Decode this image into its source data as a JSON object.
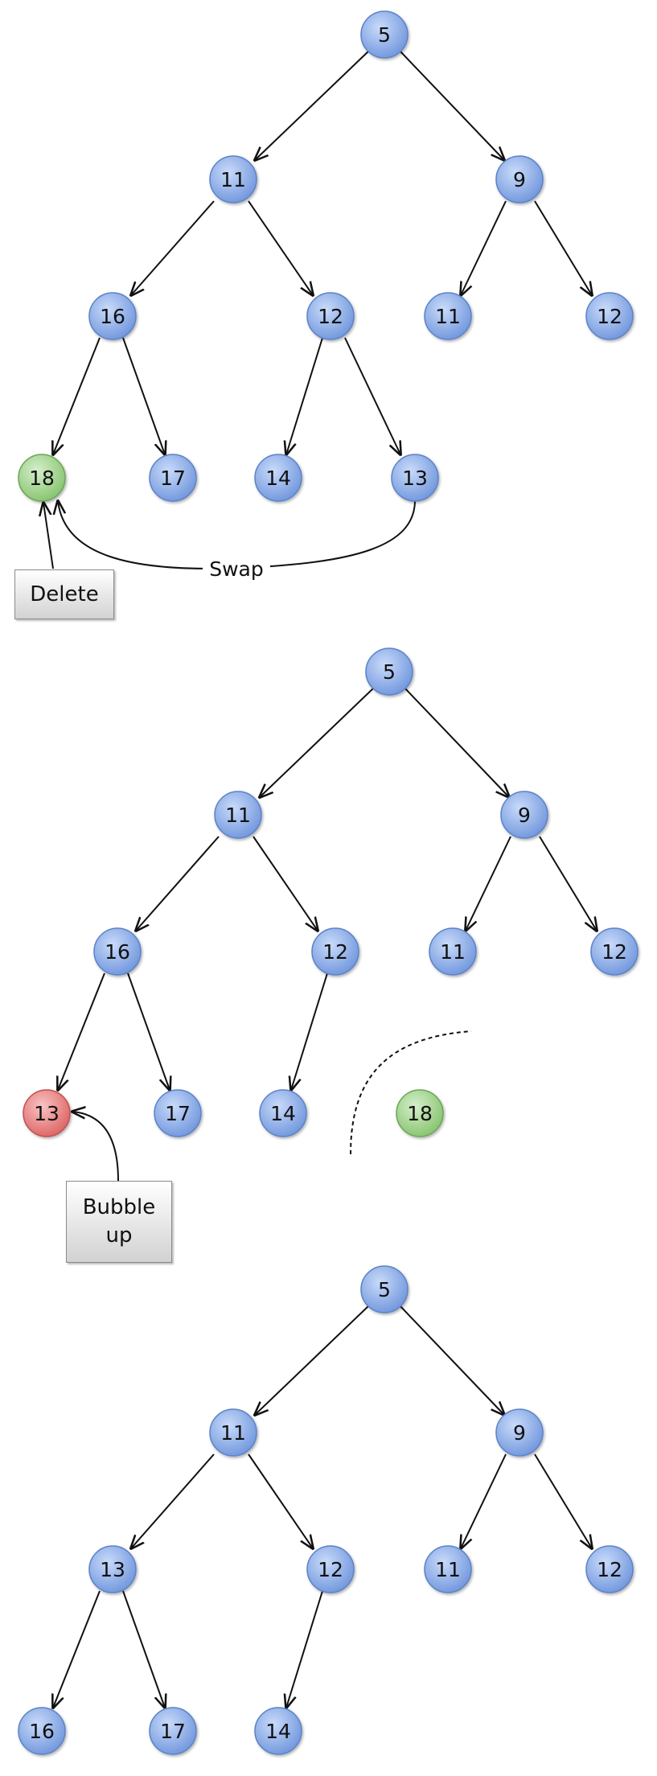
{
  "colors": {
    "default_node": "#7fa3e3",
    "removed_node": "#93cc7e",
    "bubble_node": "#e77575",
    "edge": "#111111"
  },
  "panels": [
    {
      "root": "5",
      "left": "11",
      "right": "9",
      "left_left": "16",
      "left_right": "12",
      "right_left": "11",
      "right_right": "12",
      "leaf_1": "18",
      "leaf_2": "17",
      "leaf_3": "14",
      "leaf_4": "13",
      "swap_label": "Swap",
      "action_label": "Delete"
    },
    {
      "root": "5",
      "left": "11",
      "right": "9",
      "left_left": "16",
      "left_right": "12",
      "right_left": "11",
      "right_right": "12",
      "leaf_1": "13",
      "leaf_2": "17",
      "leaf_3": "14",
      "detached": "18",
      "action_label": "Bubble\nup"
    },
    {
      "root": "5",
      "left": "11",
      "right": "9",
      "left_left": "13",
      "left_right": "12",
      "right_left": "11",
      "right_right": "12",
      "leaf_1": "16",
      "leaf_2": "17",
      "leaf_3": "14"
    }
  ]
}
